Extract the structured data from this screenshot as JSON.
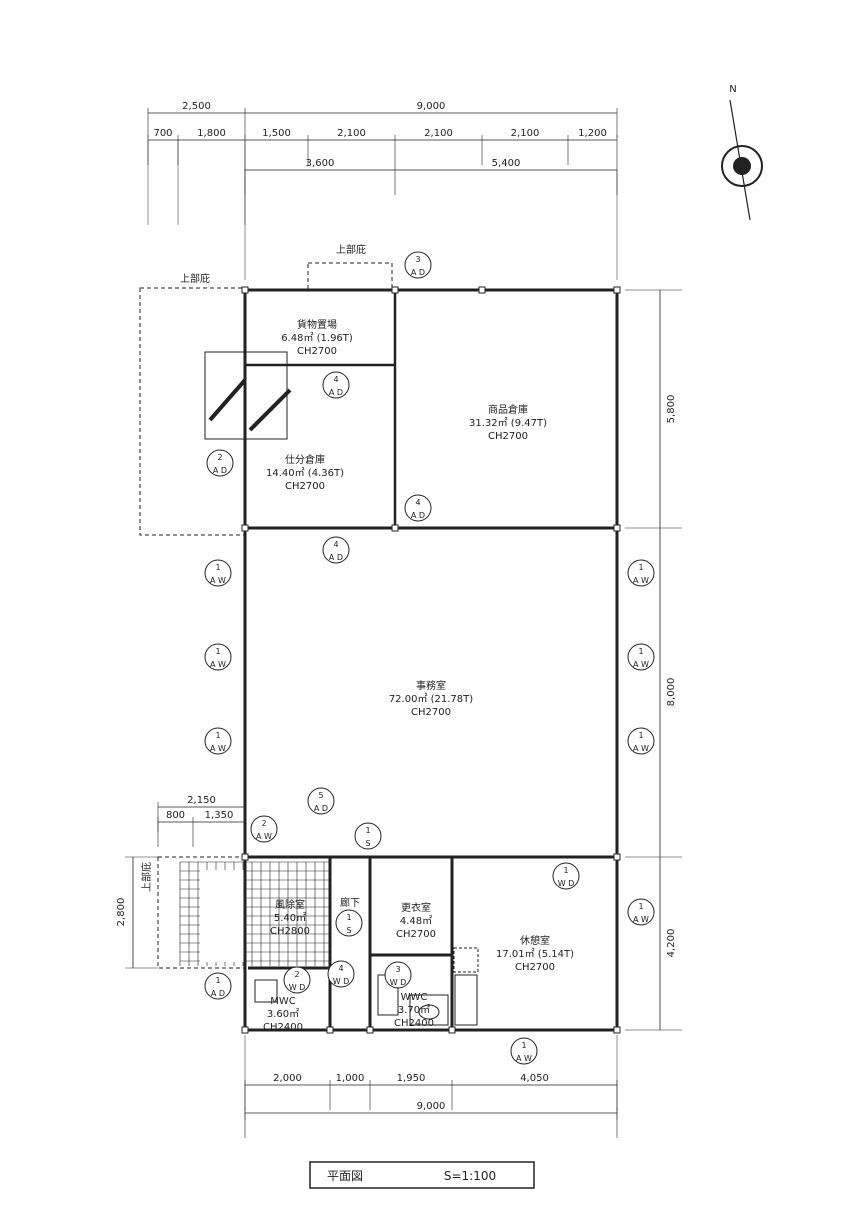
{
  "title": {
    "label": "平面図",
    "scale": "S=1:100"
  },
  "compass": {
    "label": "N"
  },
  "dimensions": {
    "top_row1": [
      "2,500",
      "9,000"
    ],
    "top_row2": [
      "700",
      "1,800",
      "1,500",
      "2,100",
      "2,100",
      "2,100",
      "1,200"
    ],
    "top_row3": [
      "3,600",
      "5,400"
    ],
    "right": [
      "5,800",
      "8,000",
      "4,200"
    ],
    "left_row1": "2,150",
    "left_row2": [
      "800",
      "1,350"
    ],
    "left_vertical": "2,800",
    "bottom_row1": [
      "2,000",
      "1,000",
      "1,950",
      "4,050"
    ],
    "bottom_row2": "9,000"
  },
  "canopies": [
    "上部庇",
    "上部庇",
    "上部庇"
  ],
  "rooms": [
    {
      "name": "貨物置場",
      "area": "6.48㎡ (1.96T)",
      "ch": "CH2700"
    },
    {
      "name": "仕分倉庫",
      "area": "14.40㎡ (4.36T)",
      "ch": "CH2700"
    },
    {
      "name": "商品倉庫",
      "area": "31.32㎡ (9.47T)",
      "ch": "CH2700"
    },
    {
      "name": "事務室",
      "area": "72.00㎡ (21.78T)",
      "ch": "CH2700"
    },
    {
      "name": "風除室",
      "area": "5.40㎡",
      "ch": "CH2800"
    },
    {
      "name": "廊下",
      "area": "",
      "ch": ""
    },
    {
      "name": "更衣室",
      "area": "4.48㎡",
      "ch": "CH2700"
    },
    {
      "name": "休憩室",
      "area": "17.01㎡ (5.14T)",
      "ch": "CH2700"
    },
    {
      "name": "MWC",
      "area": "3.60㎡",
      "ch": "CH2400"
    },
    {
      "name": "WWC",
      "area": "3.70㎡",
      "ch": "CH2400"
    }
  ],
  "tags": [
    {
      "num": "3",
      "code": "A D"
    },
    {
      "num": "4",
      "code": "A D"
    },
    {
      "num": "2",
      "code": "A D"
    },
    {
      "num": "4",
      "code": "A D"
    },
    {
      "num": "4",
      "code": "A D"
    },
    {
      "num": "1",
      "code": "A W"
    },
    {
      "num": "1",
      "code": "A W"
    },
    {
      "num": "1",
      "code": "A W"
    },
    {
      "num": "1",
      "code": "A W"
    },
    {
      "num": "1",
      "code": "A W"
    },
    {
      "num": "1",
      "code": "A W"
    },
    {
      "num": "5",
      "code": "A D"
    },
    {
      "num": "2",
      "code": "A W"
    },
    {
      "num": "1",
      "code": "S"
    },
    {
      "num": "1",
      "code": "W D"
    },
    {
      "num": "1",
      "code": "A W"
    },
    {
      "num": "1",
      "code": "S"
    },
    {
      "num": "1",
      "code": "A D"
    },
    {
      "num": "2",
      "code": "W D"
    },
    {
      "num": "4",
      "code": "W D"
    },
    {
      "num": "3",
      "code": "W D"
    },
    {
      "num": "1",
      "code": "A W"
    }
  ]
}
